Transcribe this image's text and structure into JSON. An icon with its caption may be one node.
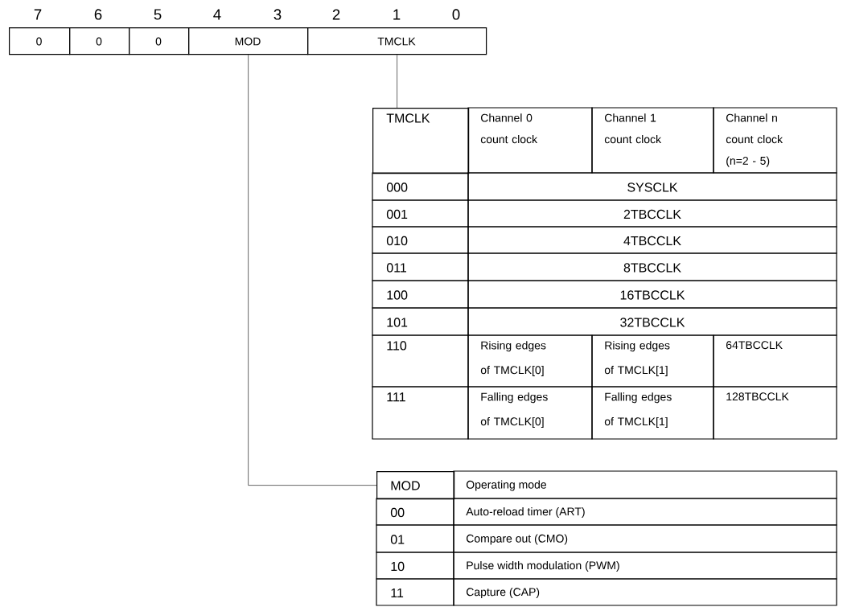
{
  "diagram": {
    "nodes": [
      {
        "text": [
          "0"
        ]
      },
      {
        "text": [
          "0"
        ]
      },
      {
        "text": [
          "0"
        ]
      },
      {
        "text": [
          "MOD"
        ]
      },
      {
        "text": [
          "TMCLK"
        ]
      },
      {
        "text": [
          "TMCLK"
        ]
      },
      {
        "text": [
          "MOD"
        ]
      }
    ],
    "edges": [
      {
        "from": 4,
        "to": 5,
        "arrow": "none"
      },
      {
        "from": 3,
        "to": 6,
        "arrow": "none"
      }
    ],
    "labels": [
      "7",
      "6",
      "5",
      "4",
      "3",
      "2",
      "1",
      "0",
      "Channel 0 count clock",
      "Channel 1 count clock",
      "Channel n count clock (n=2 - 5)",
      "000",
      "SYSCLK",
      "001",
      "2TBCCLK",
      "010",
      "4TBCCLK",
      "011",
      "8TBCCLK",
      "100",
      "16TBCCLK",
      "101",
      "32TBCCLK",
      "110",
      "Rising edges of TMCLK[0]",
      "Rising edges of TMCLK[1]",
      "64TBCCLK",
      "111",
      "Falling edges of TMCLK[0]",
      "Falling edges of TMCLK[1]",
      "128TBCCLK",
      "Operating mode",
      "00",
      "Auto-reload timer (ART)",
      "01",
      "Compare out (CMO)",
      "10",
      "Pulse width modulation (PWM)",
      "11",
      "Capture (CAP)"
    ]
  }
}
